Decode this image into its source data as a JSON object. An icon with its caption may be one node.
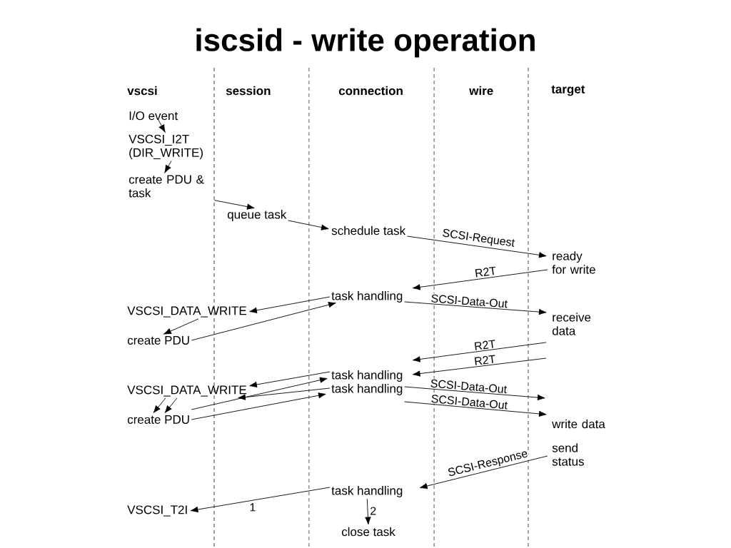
{
  "diagram": {
    "title": "iscsid - write operation",
    "nodes": [
      {
        "text": [
          "I/O event"
        ]
      },
      {
        "text": [
          "VSCSI_I2T (DIR_WRITE)"
        ]
      },
      {
        "text": [
          "create PDU & task"
        ]
      },
      {
        "text": [
          "queue task"
        ]
      },
      {
        "text": [
          "schedule task"
        ]
      },
      {
        "text": [
          "ready for write"
        ]
      },
      {
        "text": [
          "task handling"
        ]
      },
      {
        "text": [
          "VSCSI_DATA_WRITE"
        ]
      },
      {
        "text": [
          "create PDU"
        ]
      },
      {
        "text": [
          "receive data"
        ]
      },
      {
        "text": [
          "task handling"
        ]
      },
      {
        "text": [
          "task handling"
        ]
      },
      {
        "text": [
          "VSCSI_DATA_WRITE"
        ]
      },
      {
        "text": [
          "create PDU"
        ]
      },
      {
        "text": [
          "write data"
        ]
      },
      {
        "text": [
          "send status"
        ]
      },
      {
        "text": [
          "task handling"
        ]
      },
      {
        "text": [
          "VSCSI_T2I"
        ]
      },
      {
        "text": [
          "close task"
        ]
      }
    ],
    "edges": [
      {
        "from": 0,
        "to": 1,
        "arrow": "to"
      },
      {
        "from": 1,
        "to": 2,
        "arrow": "to"
      },
      {
        "from": 2,
        "to": 3,
        "arrow": "to"
      },
      {
        "from": 3,
        "to": 4,
        "arrow": "to"
      },
      {
        "from": 4,
        "to": 5,
        "arrow": "to",
        "label": "SCSI-Request"
      },
      {
        "from": 5,
        "to": 6,
        "arrow": "to",
        "label": "R2T"
      },
      {
        "from": 6,
        "to": 7,
        "arrow": "to"
      },
      {
        "from": 7,
        "to": 8,
        "arrow": "to"
      },
      {
        "from": 8,
        "to": 6,
        "arrow": "to"
      },
      {
        "from": 6,
        "to": 9,
        "arrow": "to",
        "label": "SCSI-Data-Out"
      },
      {
        "from": 9,
        "to": 10,
        "arrow": "to",
        "label": "R2T"
      },
      {
        "from": null,
        "to": 10,
        "arrow": "to",
        "label": "R2T"
      },
      {
        "from": 10,
        "to": 12,
        "arrow": "to"
      },
      {
        "from": 11,
        "to": 12,
        "arrow": "to"
      },
      {
        "from": 12,
        "to": 13,
        "arrow": "to"
      },
      {
        "from": 12,
        "to": 13,
        "arrow": "to"
      },
      {
        "from": 13,
        "to": 10,
        "arrow": "to"
      },
      {
        "from": 13,
        "to": 11,
        "arrow": "to"
      },
      {
        "from": 10,
        "to": null,
        "arrow": "to",
        "label": "SCSI-Data-Out"
      },
      {
        "from": 11,
        "to": 14,
        "arrow": "to",
        "label": "SCSI-Data-Out"
      },
      {
        "from": 15,
        "to": 16,
        "arrow": "to",
        "label": "SCSI-Response"
      },
      {
        "from": 16,
        "to": 17,
        "arrow": "to",
        "label": "1"
      },
      {
        "from": 16,
        "to": 18,
        "arrow": "to",
        "label": "2"
      }
    ],
    "labels": [
      "vscsi",
      "session",
      "connection",
      "wire",
      "target"
    ]
  }
}
